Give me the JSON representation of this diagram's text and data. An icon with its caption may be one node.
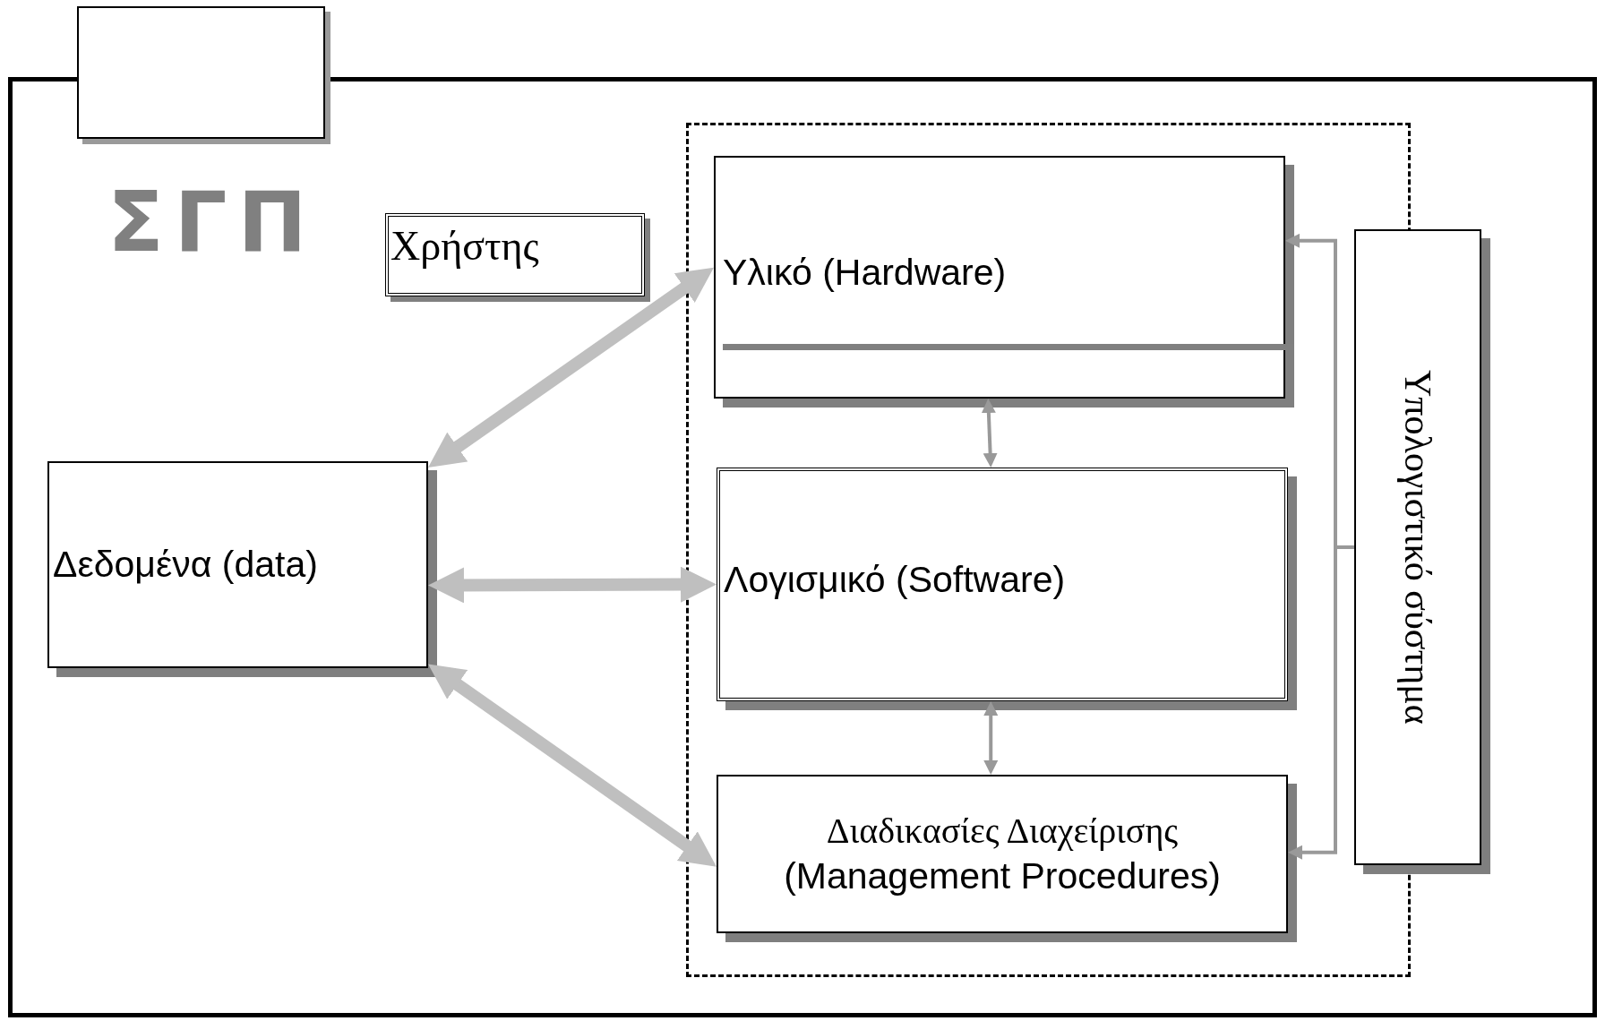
{
  "diagram": {
    "nodes": [
      {
        "text": [
          "ΣΓΠ"
        ]
      },
      {
        "text": [],
        "shape": "box"
      },
      {
        "text": [
          "Χρήστης"
        ],
        "in": 0
      },
      {
        "text": [],
        "shape": "box",
        "in": 0
      },
      {
        "text": [
          "Υλικό (Hardware)"
        ],
        "in": 3
      },
      {
        "text": [
          "Δεδομένα (data)"
        ],
        "in": 0
      },
      {
        "text": [
          "Λογισμικό (Software)"
        ],
        "in": 3
      },
      {
        "text": [
          "Υπολογιστικό σύστημα"
        ],
        "in": 0
      },
      {
        "text": [
          "Διαδικασίες Διαχείρισης",
          "(Management Procedures)"
        ],
        "in": 3
      }
    ],
    "edges": [
      {
        "from": 5,
        "to": 4,
        "arrow": "both",
        "style": "thick",
        "color": "#bfbfbf"
      },
      {
        "from": 5,
        "to": 6,
        "arrow": "both",
        "style": "thick",
        "color": "#bfbfbf"
      },
      {
        "from": 5,
        "to": 8,
        "arrow": "both",
        "style": "thick",
        "color": "#bfbfbf"
      },
      {
        "from": 4,
        "to": 6,
        "arrow": "both",
        "color": "#999999"
      },
      {
        "from": 6,
        "to": 8,
        "arrow": "both",
        "color": "#999999"
      },
      {
        "from": 7,
        "to": 4,
        "arrow": "to",
        "color": "#999999"
      },
      {
        "from": 7,
        "to": 8,
        "arrow": "to",
        "color": "#999999"
      }
    ]
  }
}
